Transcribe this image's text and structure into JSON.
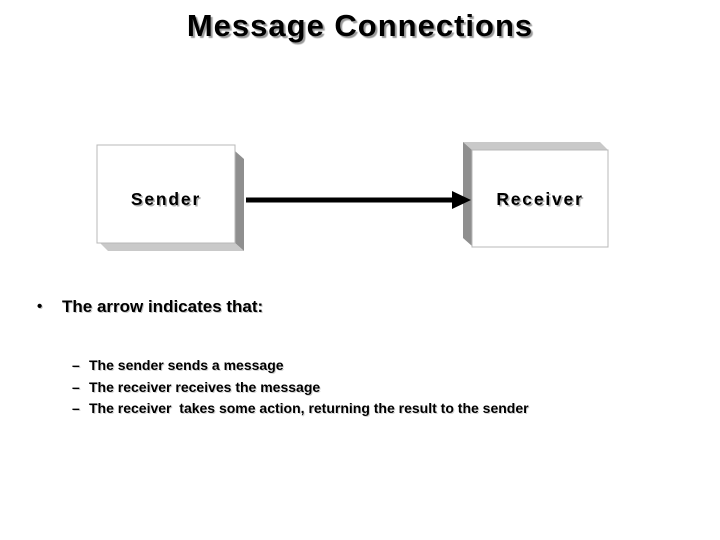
{
  "slide": {
    "title": "Message Connections",
    "bullet": {
      "marker": "•",
      "text": "The arrow indicates that:"
    },
    "sub_bullets": {
      "marker": "–",
      "items": [
        "The sender sends a message",
        "The receiver receives the message",
        "The receiver  takes some action, returning the result to the sender"
      ]
    },
    "diagram": {
      "sender_label": "Sender",
      "receiver_label": "Receiver",
      "colors": {
        "box_face": "#ffffff",
        "box_border": "#b8b8b8",
        "box_dark_side": "#8f8f8f",
        "box_light_side": "#c9c9c9",
        "arrow": "#000000",
        "title_shadow": "#9a9a9a"
      }
    }
  }
}
